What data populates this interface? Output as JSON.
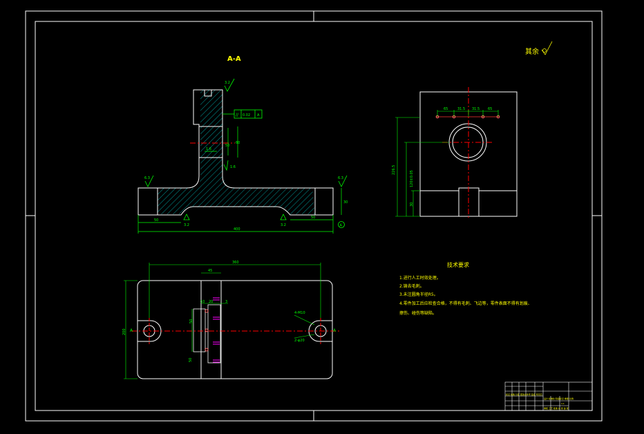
{
  "colors": {
    "background": "#000000",
    "outline": "#ffffff",
    "dimension": "#00ff00",
    "centerline": "#ff0000",
    "hatch": "#00ffff",
    "annotation": "#ffff00",
    "hidden": "#ff00ff"
  },
  "section_label": "A-A",
  "surface_note": "其余",
  "tech_title": "技术要求",
  "tech_items": [
    "1.进行人工时效处理。",
    "2.铸去毛刺。",
    "3.未注圆角半径R5。",
    "4.零件加工后应检查合格，不得有毛刺、飞边等，零件表面不得有划痕、",
    "擦伤、碰伤等缺陷。"
  ],
  "section_view": {
    "roughness_top": "3.2",
    "roughness_left": "6.3",
    "roughness_right": "6.3",
    "roughness_bottom_left": "3.2",
    "roughness_bottom_mid": "3.2",
    "roughness_slot": "1.6",
    "parallel_tol": "0.02",
    "datum": "A",
    "dim_overall_length": "400",
    "dim_left_step": "50",
    "dim_right_step": "50",
    "dim_height": "30",
    "dim_web": "60",
    "dim_fit": "50",
    "dim_fine": "1.6"
  },
  "side_view": {
    "dim_a": "65",
    "dim_b": "31.5",
    "dim_c": "31.5",
    "dim_d": "65",
    "dim_height": "226.5",
    "dim_center": "120±0.05",
    "dim_base": "30"
  },
  "plan_view": {
    "dim_overall": "360",
    "dim_web": "45",
    "dim_w1": "10",
    "dim_w2": "20",
    "dim_w3": "3",
    "dim_height": "200",
    "dim_mid": "50",
    "dim_side": "50",
    "note_hole1": "4-M10",
    "note_hole2": "2-φ20",
    "label_left": "A",
    "label_right": "A"
  },
  "title_block": {
    "row1": "标记 处数 分区 更改文件号 签名 年月日",
    "row2": "设计 标准化 阶段标记 重量 比例",
    "row3": "审核 工艺 批准 共 张 第 张",
    "scale": "1:1"
  }
}
